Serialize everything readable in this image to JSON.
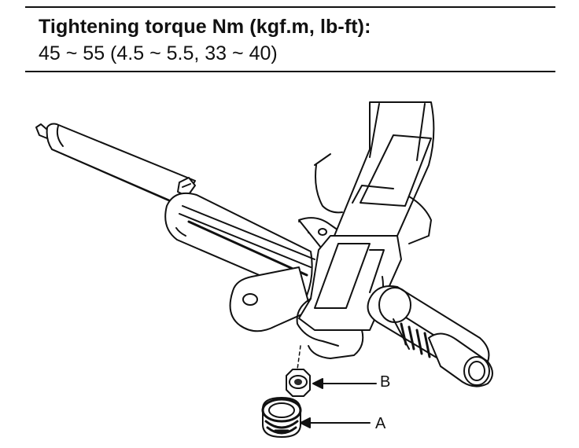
{
  "spec": {
    "title": "Tightening torque Nm (kgf.m, lb-ft):",
    "value": "45 ~ 55 (4.5 ~ 5.5, 33 ~ 40)"
  },
  "callouts": {
    "a": "A",
    "b": "B"
  },
  "colors": {
    "ink": "#111111",
    "paper": "#ffffff",
    "shade": "#2a2a2a"
  }
}
